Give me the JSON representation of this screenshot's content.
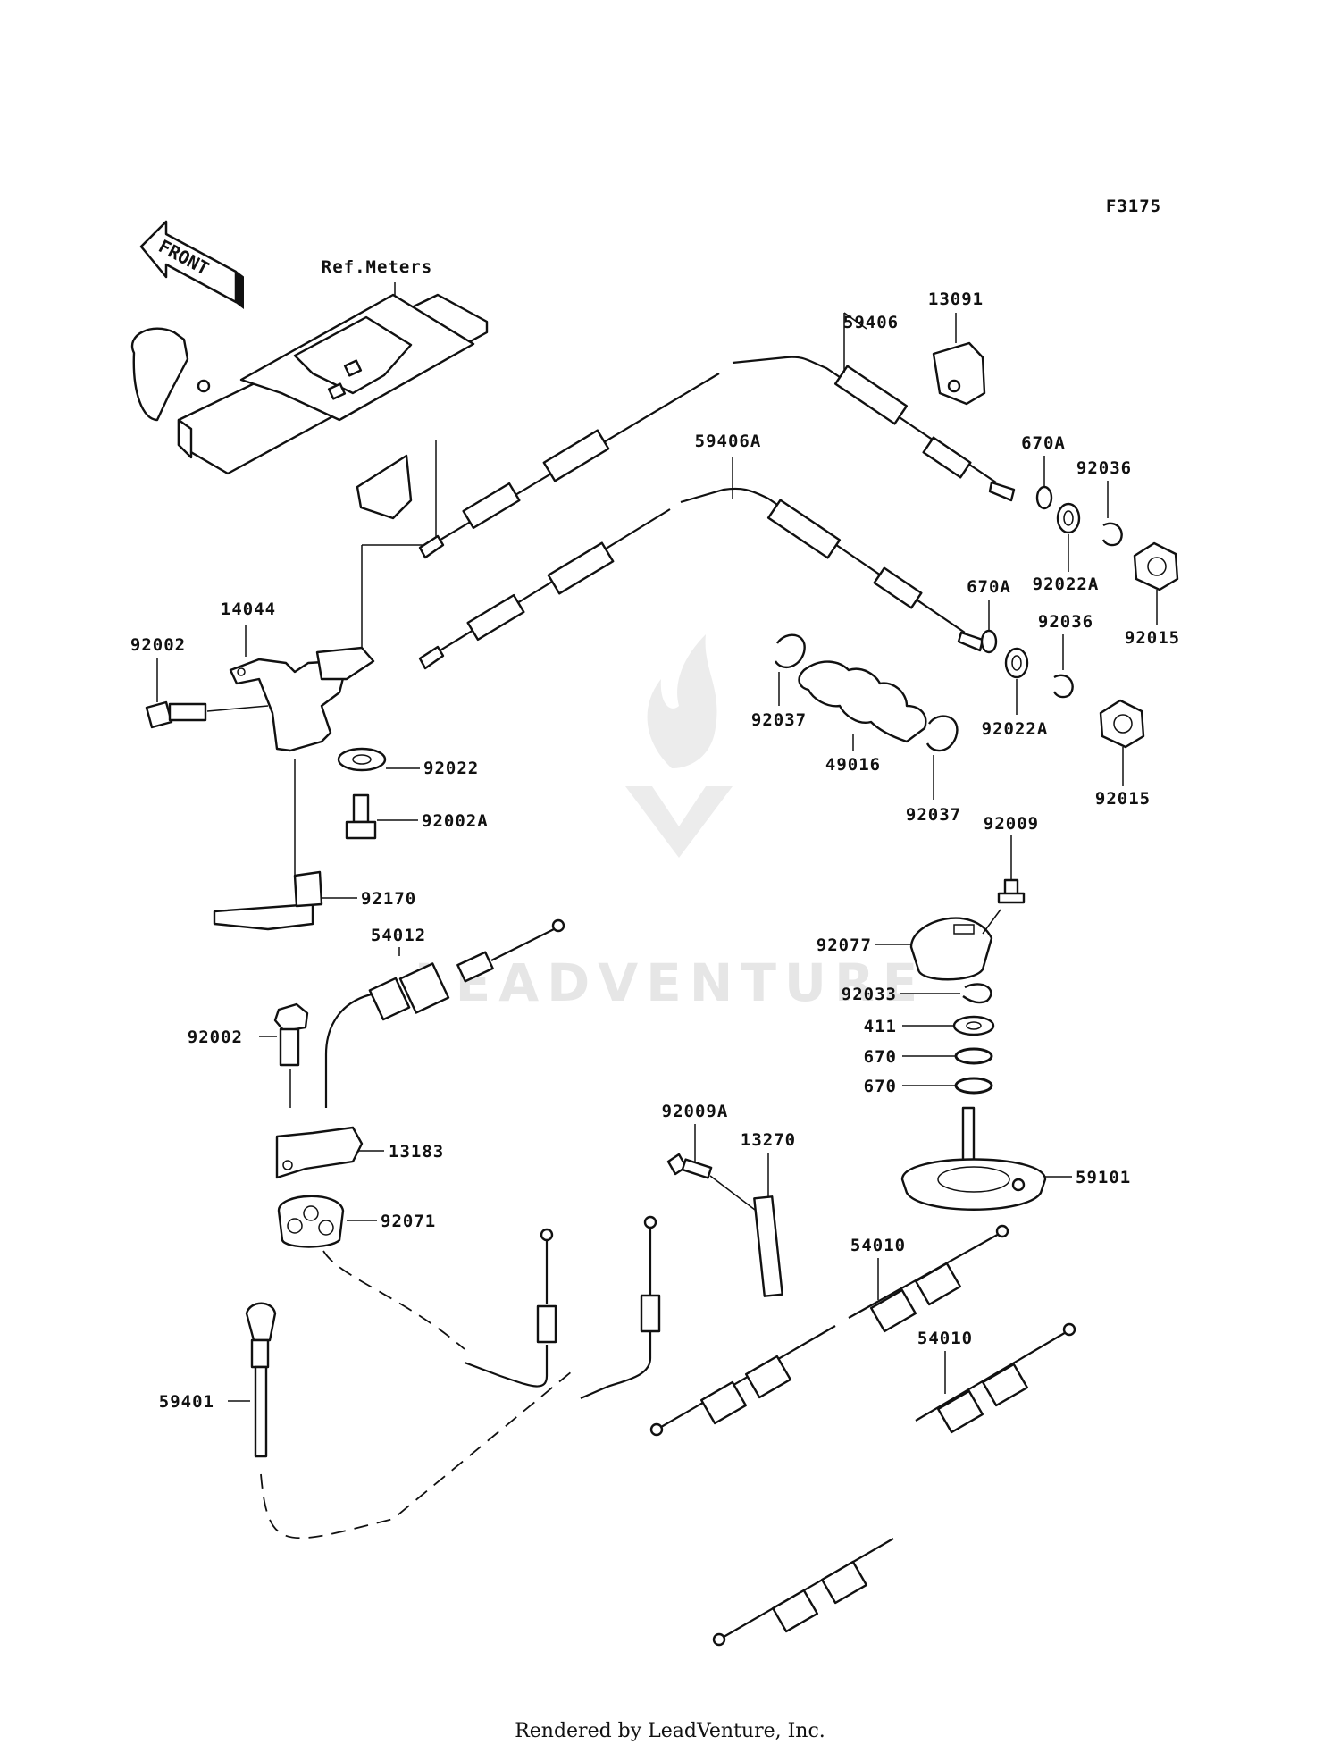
{
  "figure_code": "F3175",
  "front_label": "FRONT",
  "ref_label": "Ref.Meters",
  "watermark": "LEADVENTURE",
  "footer": "Rendered by LeadVenture, Inc.",
  "parts": {
    "p13091": "13091",
    "p59406": "59406",
    "p59406A": "59406A",
    "p670A_1": "670A",
    "p92036_1": "92036",
    "p92022A_1": "92022A",
    "p92015_1": "92015",
    "p670A_2": "670A",
    "p92036_2": "92036",
    "p92022A_2": "92022A",
    "p92015_2": "92015",
    "p14044": "14044",
    "p92002_1": "92002",
    "p92022": "92022",
    "p92002A": "92002A",
    "p92170": "92170",
    "p54012": "54012",
    "p92037_1": "92037",
    "p49016": "49016",
    "p92037_2": "92037",
    "p92009": "92009",
    "p92077": "92077",
    "p92033": "92033",
    "p411": "411",
    "p670_1": "670",
    "p670_2": "670",
    "p92002_2": "92002",
    "p13183": "13183",
    "p92071": "92071",
    "p92009A": "92009A",
    "p13270": "13270",
    "p59101": "59101",
    "p54010_1": "54010",
    "p54010_2": "54010",
    "p59401": "59401"
  }
}
